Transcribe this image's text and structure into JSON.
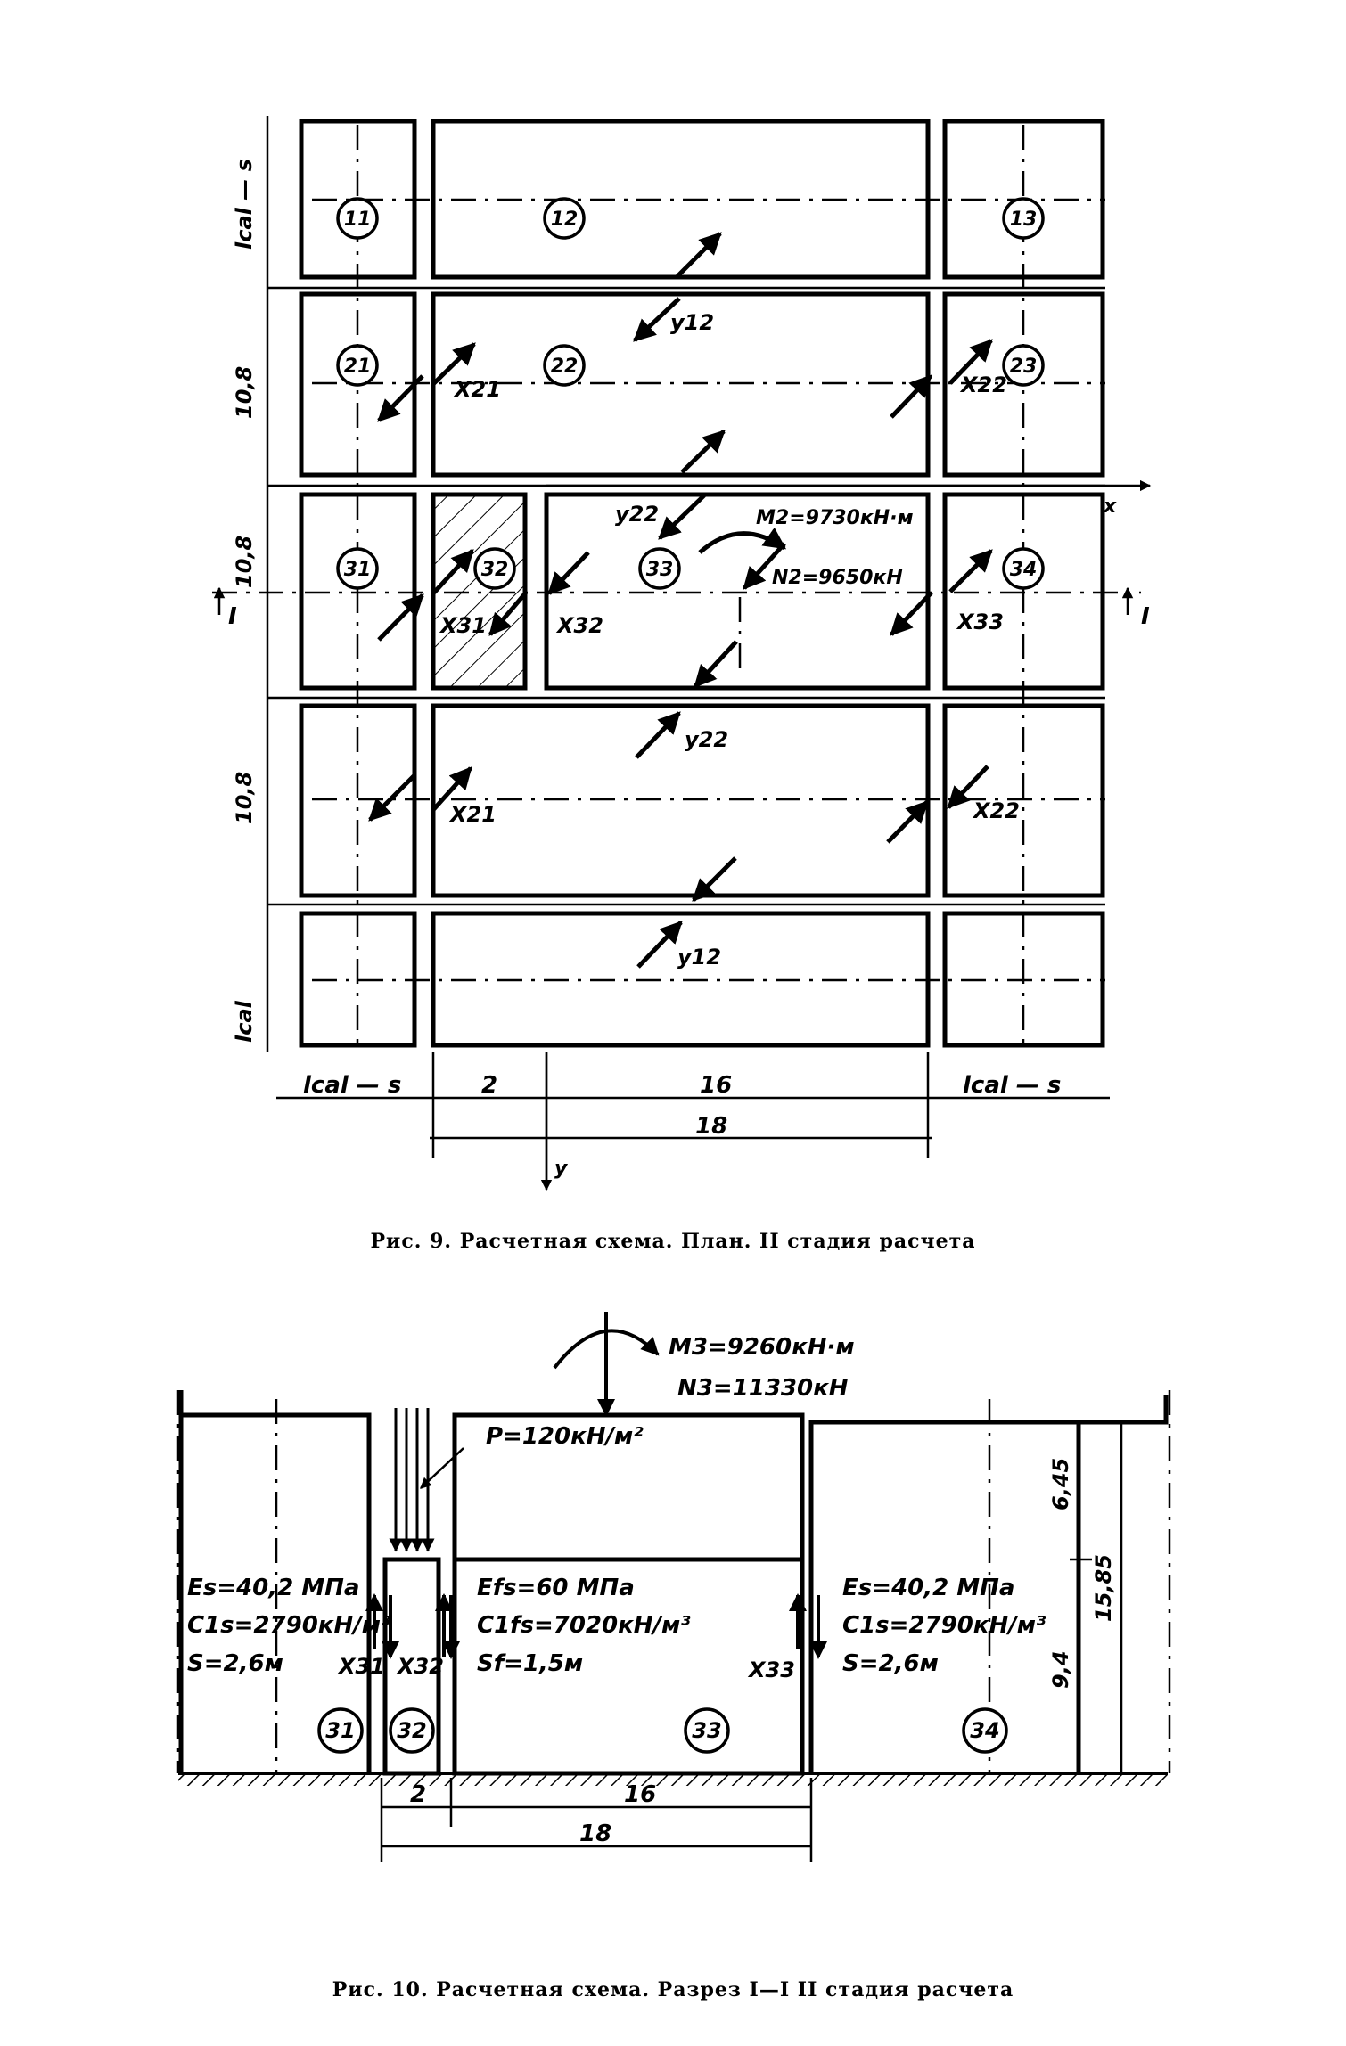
{
  "figure9": {
    "caption": "Рис. 9. Расчетная схема. План. II стадия расчета",
    "cells": [
      "11",
      "12",
      "13",
      "21",
      "22",
      "23",
      "31",
      "32",
      "33",
      "34"
    ],
    "row_dims": [
      "lcal — s",
      "10,8",
      "10,8",
      "10,8",
      "lcal"
    ],
    "bottom_dims": [
      "lcal — s",
      "2",
      "16",
      "lcal — s",
      "18"
    ],
    "axis_x": "x",
    "axis_y": "y",
    "section_mark": "I",
    "forces": {
      "y12_top": "y12",
      "x21_top": "X21",
      "x22_top": "X22",
      "y22_top": "y22",
      "m2": "M2=9730кН·м",
      "n2": "N2=9650кН",
      "x31": "X31",
      "x32": "X32",
      "x33": "X33",
      "y22_bot": "y22",
      "x21_bot": "X21",
      "x22_bot": "X22",
      "y12_bot": "y12"
    }
  },
  "figure10": {
    "caption": "Рис. 10. Расчетная схема. Разрез I—I II стадия расчета",
    "m3": "M3=9260кН·м",
    "n3": "N3=11330кН",
    "p": "P=120кН/м²",
    "left": {
      "e": "Es=40,2 МПа",
      "c": "C1s=2790кН/м³",
      "s": "S=2,6м",
      "x": "X31",
      "cell": "31"
    },
    "mid32": {
      "x": "X32",
      "cell": "32"
    },
    "mid33": {
      "e": "Efs=60 МПа",
      "c": "C1fs=7020кН/м³",
      "s": "Sf=1,5м",
      "x": "X33",
      "cell": "33"
    },
    "right": {
      "e": "Es=40,2 МПа",
      "c": "C1s=2790кН/м³",
      "s": "S=2,6м",
      "cell": "34"
    },
    "dims": {
      "h1": "6,45",
      "h2": "9,4",
      "h_total": "15,85",
      "w2": "2",
      "w16": "16",
      "w18": "18"
    }
  }
}
